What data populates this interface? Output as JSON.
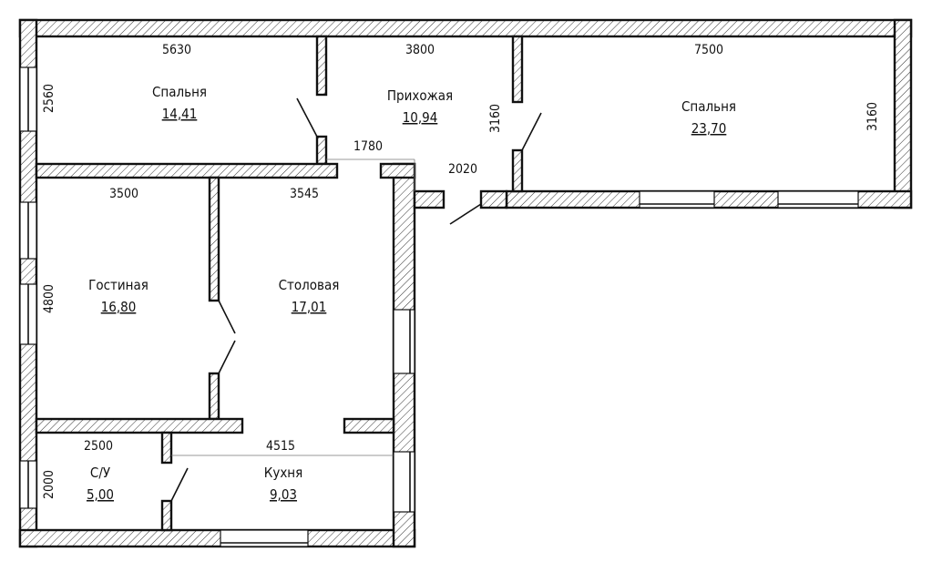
{
  "rooms": [
    {
      "name": "Спальня",
      "area": "14,41"
    },
    {
      "name": "Прихожая",
      "area": "10,94"
    },
    {
      "name": "Спальня",
      "area": "23,70"
    },
    {
      "name": "Гостиная",
      "area": "16,80"
    },
    {
      "name": "Столовая",
      "area": "17,01"
    },
    {
      "name": "С/У",
      "area": "5,00"
    },
    {
      "name": "Кухня",
      "area": "9,03"
    }
  ],
  "dimensions": {
    "bed1_width": "5630",
    "hall_width": "3800",
    "bed2_width": "7500",
    "bed1_height": "2560",
    "hall_height": "3160",
    "bed2_height": "3160",
    "hall_passage": "1780",
    "entry_width": "2020",
    "living_width": "3500",
    "dining_width": "3545",
    "living_height": "4800",
    "bath_width": "2500",
    "kitchen_width": "4515",
    "bath_height": "2000"
  }
}
